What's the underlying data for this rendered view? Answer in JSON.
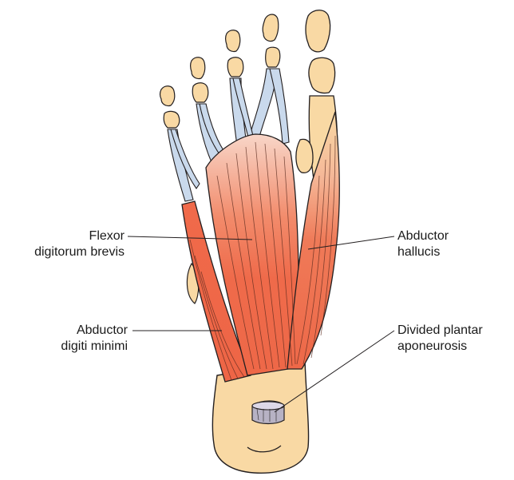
{
  "labels": {
    "flexor": {
      "line1": "Flexor",
      "line2": "digitorum brevis"
    },
    "abductor_minimi": {
      "line1": "Abductor",
      "line2": "digiti minimi"
    },
    "abductor_hallucis": {
      "line1": "Abductor",
      "line2": "hallucis"
    },
    "plantar": {
      "line1": "Divided plantar",
      "line2": "aponeurosis"
    }
  },
  "colors": {
    "bone": "#f9d9a4",
    "bone_stroke": "#231f20",
    "muscle": "#f06a4a",
    "muscle_light": "#f6b9a0",
    "tendon": "#c9d9ec",
    "aponeurosis": "#b7b2c4",
    "fiber_line": "#5a2a1e",
    "leader": "#231f20"
  }
}
